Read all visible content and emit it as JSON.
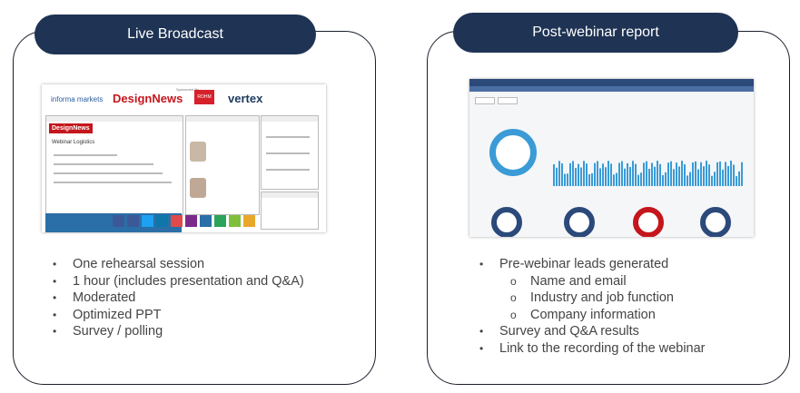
{
  "left_card": {
    "title": "Live Broadcast",
    "bullets": [
      "One rehearsal session",
      "1 hour (includes presentation and Q&A)",
      "Moderated",
      "Optimized PPT",
      "Survey / polling"
    ],
    "screenshot": {
      "logo1": "informa markets",
      "logo2": "DesignNews",
      "sponsor_text": "Sponsored By",
      "sponsor1": "ROHM",
      "sponsor2": "vertex",
      "slide_title": "Webinar Logistics",
      "slide_brand": "DesignNews"
    }
  },
  "right_card": {
    "title": "Post-webinar report",
    "bullets": [
      {
        "text": "Pre-webinar leads generated",
        "sub": false
      },
      {
        "text": "Name and email",
        "sub": true
      },
      {
        "text": "Industry and job function",
        "sub": true
      },
      {
        "text": "Company information",
        "sub": true
      },
      {
        "text": "Survey and Q&A results",
        "sub": false
      },
      {
        "text": "Link to the recording of the webinar",
        "sub": false
      }
    ]
  },
  "colors": {
    "pill": "#1f3354",
    "border": "#1a1f2b",
    "accent_red": "#c4161c",
    "chart_blue": "#3a9bd6"
  }
}
